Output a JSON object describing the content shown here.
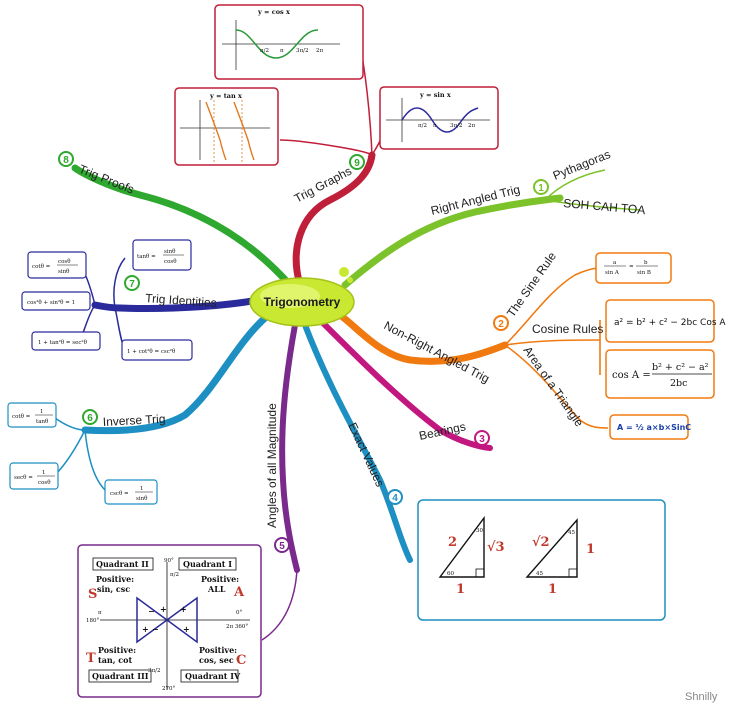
{
  "center": {
    "title": "Trigonometry"
  },
  "branches": [
    {
      "id": "1",
      "label": "Right Angled Trig",
      "color": "#7cc22a",
      "sub": [
        "Pythagoras",
        "SOH CAH TOA"
      ]
    },
    {
      "id": "2",
      "label": "Non-Right Angled Trig",
      "color": "#f07a10",
      "sub": [
        "The Sine Rule",
        "Cosine Rules",
        "Area of a Triangle"
      ]
    },
    {
      "id": "3",
      "label": "Bearings",
      "color": "#c2177f"
    },
    {
      "id": "4",
      "label": "Exact Values",
      "color": "#1e8fc2"
    },
    {
      "id": "5",
      "label": "Angles of all Magnitude",
      "color": "#7a2a8c"
    },
    {
      "id": "6",
      "label": "Inverse Trig",
      "color": "#1e8fc2"
    },
    {
      "id": "7",
      "label": "Trig Identities",
      "color": "#2a2a9c"
    },
    {
      "id": "8",
      "label": "Trig Proofs",
      "color": "#2ea82e"
    },
    {
      "id": "9",
      "label": "Trig Graphs",
      "color": "#c01f3a"
    }
  ],
  "formulas": {
    "sine_rule_a": "a",
    "sine_rule_sinA": "sin A",
    "sine_rule_b": "b",
    "sine_rule_sinB": "sin B",
    "cosine_rule_1": "a² = b² + c² − 2bc Cos A",
    "cosine_rule_2_lhs": "cos A =",
    "cosine_rule_2_num": "b² + c² − a²",
    "cosine_rule_2_den": "2bc",
    "area": "A = ½ a×b×SinC",
    "tan_identity_lhs": "tanθ =",
    "tan_identity_num": "sinθ",
    "tan_identity_den": "cosθ",
    "cot_identity_lhs": "cotθ =",
    "cot_identity_num": "cosθ",
    "cot_identity_den": "sinθ",
    "pyth_identity": "cos²θ + sin²θ = 1",
    "tan_pyth": "1 + tan²θ = sec²θ",
    "cot_pyth": "1 + cot²θ = csc²θ",
    "inv_cot": "cotθ =",
    "inv_cot_num": "1",
    "inv_cot_den": "tanθ",
    "inv_sec": "secθ =",
    "inv_sec_num": "1",
    "inv_sec_den": "cosθ",
    "inv_csc": "cscθ =",
    "inv_csc_num": "1",
    "inv_csc_den": "sinθ"
  },
  "graphs": {
    "cos_title": "y = cos x",
    "sin_title": "y = sin x",
    "tan_title": "y = tan x",
    "ticks": [
      "π/2",
      "π",
      "3π/2",
      "2π"
    ]
  },
  "exact_values": {
    "tri1_hyp": "2",
    "tri1_opp": "√3",
    "tri1_adj": "1",
    "tri1_angle_top": "30",
    "tri1_angle_base": "60",
    "tri2_hyp": "√2",
    "tri2_opp": "1",
    "tri2_adj": "1",
    "tri2_angle_top": "45",
    "tri2_angle_base": "45"
  },
  "cast": {
    "q1": "Quadrant I",
    "q2": "Quadrant II",
    "q3": "Quadrant III",
    "q4": "Quadrant IV",
    "pos_label": "Positive:",
    "q1_pos": "ALL",
    "q2_pos": "sin, csc",
    "q3_pos": "tan, cot",
    "q4_pos": "cos, sec",
    "letter_a": "A",
    "letter_s": "S",
    "letter_t": "T",
    "letter_c": "C",
    "deg_90": "90°",
    "deg_180": "180°",
    "deg_270": "270°",
    "deg_0": "0°",
    "deg_360": "2π 360°",
    "rad_90": "π/2",
    "rad_180": "π",
    "rad_270": "3π/2",
    "plus": "+",
    "minus": "−"
  },
  "watermark": "Shnilly"
}
